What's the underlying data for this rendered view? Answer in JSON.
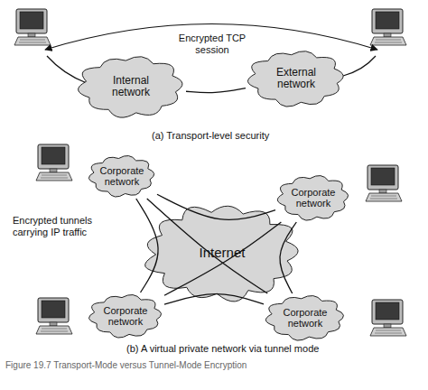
{
  "diagram": {
    "caption": "Figure 19.7 Transport-Mode versus Tunnel-Mode Encryption",
    "nodes": [
      {
        "text": [
          "Internal network"
        ]
      },
      {
        "text": [
          "External network"
        ]
      },
      {
        "text": [
          "Corporate network"
        ]
      },
      {
        "text": [
          "Corporate network"
        ]
      },
      {
        "text": [
          "Internet"
        ]
      },
      {
        "text": [
          "Corporate network"
        ]
      },
      {
        "text": [
          "Corporate network"
        ]
      }
    ],
    "edges": [
      {
        "from": 0,
        "to": 1,
        "arrow": "none"
      },
      {
        "from": 2,
        "to": 3,
        "arrow": "none"
      },
      {
        "from": 2,
        "to": 5,
        "arrow": "none"
      },
      {
        "from": 2,
        "to": 6,
        "arrow": "none"
      },
      {
        "from": 3,
        "to": 5,
        "arrow": "none"
      },
      {
        "from": 3,
        "to": 6,
        "arrow": "none"
      },
      {
        "from": 5,
        "to": 6,
        "arrow": "none"
      }
    ],
    "labels": [
      "Encrypted TCP session",
      "(a) Transport-level security",
      "Encrypted tunnels carrying IP traffic",
      "(b) A virtual private network via tunnel mode"
    ]
  }
}
